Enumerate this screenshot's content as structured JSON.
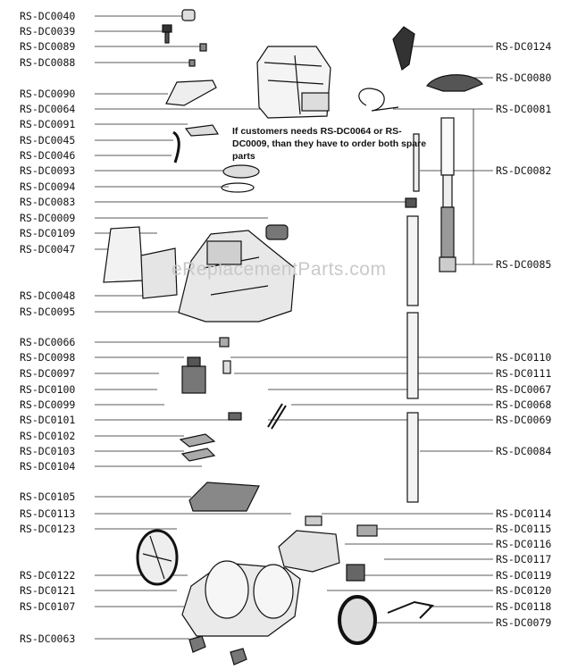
{
  "left_labels": [
    "RS-DC0040",
    "RS-DC0039",
    "RS-DC0089",
    "RS-DC0088",
    "RS-DC0090",
    "RS-DC0064",
    "RS-DC0091",
    "RS-DC0045",
    "RS-DC0046",
    "RS-DC0093",
    "RS-DC0094",
    "RS-DC0083",
    "RS-DC0009",
    "RS-DC0109",
    "RS-DC0047",
    "RS-DC0048",
    "RS-DC0095",
    "RS-DC0066",
    "RS-DC0098",
    "RS-DC0097",
    "RS-DC0100",
    "RS-DC0099",
    "RS-DC0101",
    "RS-DC0102",
    "RS-DC0103",
    "RS-DC0104",
    "RS-DC0105",
    "RS-DC0113",
    "RS-DC0123",
    "RS-DC0122",
    "RS-DC0121",
    "RS-DC0107",
    "RS-DC0063"
  ],
  "right_labels": [
    "RS-DC0124",
    "RS-DC0080",
    "RS-DC0081",
    "RS-DC0082",
    "RS-DC0085",
    "RS-DC0110",
    "RS-DC0111",
    "RS-DC0067",
    "RS-DC0068",
    "RS-DC0069",
    "RS-DC0084",
    "RS-DC0114",
    "RS-DC0115",
    "RS-DC0116",
    "RS-DC0117",
    "RS-DC0119",
    "RS-DC0120",
    "RS-DC0118",
    "RS-DC0079"
  ],
  "note": "If customers needs RS-DC0064 or RS-DC0009, than they have to order both spare parts",
  "watermark": "eReplacementParts.com",
  "colors": {
    "ink": "#111111",
    "watermark": "#c9c9c9",
    "background": "#ffffff"
  }
}
